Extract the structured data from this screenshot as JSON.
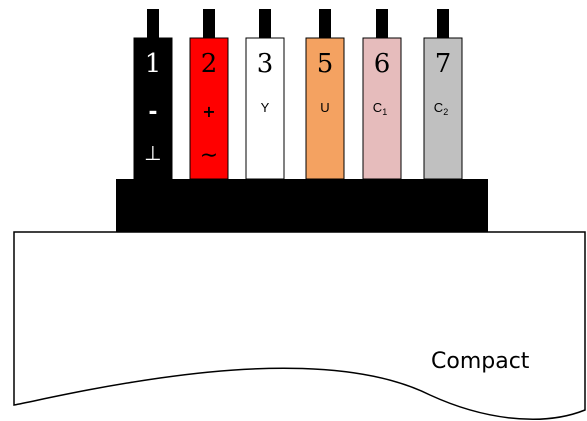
{
  "device": {
    "label": "Compact"
  },
  "terminals": [
    {
      "number": "1",
      "symbol": "-",
      "symbol2": "⊥",
      "color": "#000000",
      "text_color": "#ffffff"
    },
    {
      "number": "2",
      "symbol": "+",
      "symbol2": "∼",
      "color": "#ff0000",
      "text_color": "#000000"
    },
    {
      "number": "3",
      "symbol": "Y",
      "color": "#ffffff",
      "text_color": "#000000"
    },
    {
      "number": "5",
      "symbol": "U",
      "color": "#f4a261",
      "text_color": "#000000"
    },
    {
      "number": "6",
      "symbol": "C",
      "subscript": "1",
      "color": "#e6bcbc",
      "text_color": "#000000"
    },
    {
      "number": "7",
      "symbol": "C",
      "subscript": "2",
      "color": "#c0c0c0",
      "text_color": "#000000"
    }
  ],
  "colors": {
    "base": "#000000",
    "body_fill": "#ffffff",
    "outline": "#000000"
  }
}
